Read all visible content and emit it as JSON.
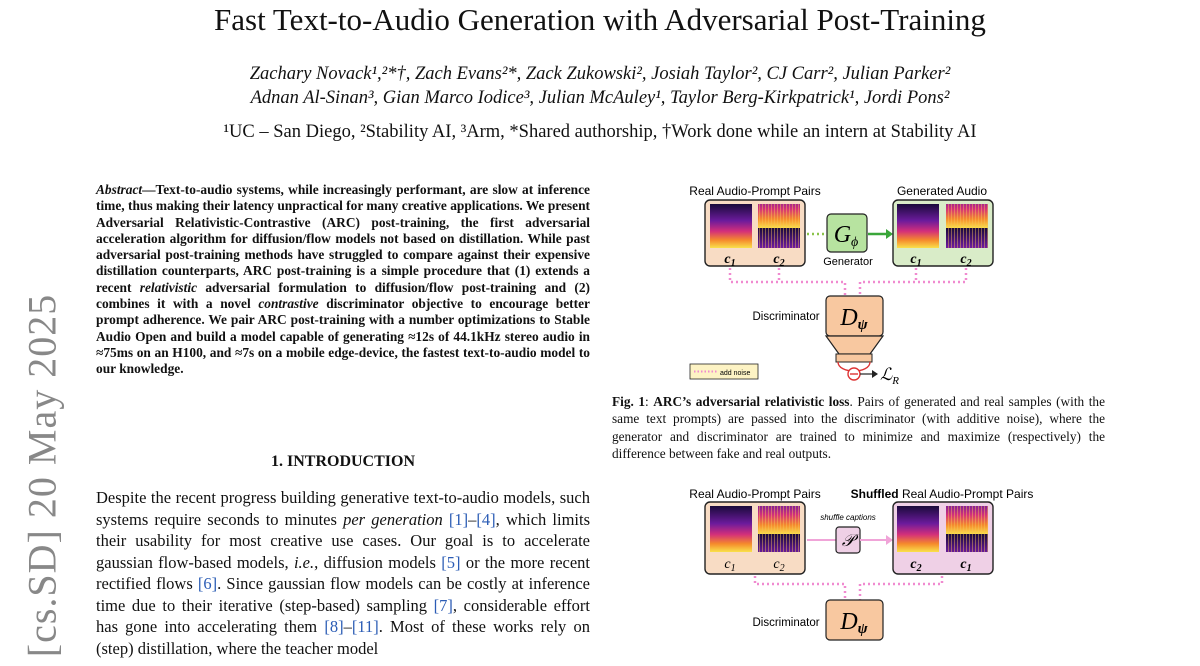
{
  "paper": {
    "title": "Fast Text-to-Audio Generation with Adversarial Post-Training",
    "authors_line1": "Zachary Novack¹,²*†, Zach Evans²*, Zack Zukowski², Josiah Taylor², CJ Carr², Julian Parker²",
    "authors_line2": "Adnan Al-Sinan³, Gian Marco Iodice³, Julian McAuley¹, Taylor Berg-Kirkpatrick¹, Jordi Pons²",
    "affiliations": "¹UC – San Diego, ²Stability AI, ³Arm, *Shared authorship, †Work done while an intern at Stability AI",
    "arxiv_stamp": "[cs.SD]  20 May 2025"
  },
  "abstract": {
    "lead": "Abstract",
    "dash": "—",
    "p1": "Text-to-audio systems, while increasingly performant, are slow at inference time, thus making their latency unpractical for many creative applications. We present Adversarial Relativistic-Contrastive (ARC) post-training, the first adversarial acceleration algorithm for diffusion/flow models not based on distillation. While past adversarial post-training methods have struggled to compare against their expensive distillation counterparts, ARC post-training is a simple procedure that (1) extends a recent ",
    "i1": "relativistic",
    "p2": " adversarial formulation to diffusion/flow post-training and (2) combines it with a novel ",
    "i2": "contrastive",
    "p3": " discriminator objective to encourage better prompt adherence. We pair ARC post-training with a number optimizations to Stable Audio Open and build a model capable of generating ≈12s of 44.1kHz stereo audio in ≈75ms on an H100, and ≈7s on a mobile edge-device, the fastest text-to-audio model to our knowledge."
  },
  "intro": {
    "heading": "1. INTRODUCTION",
    "t1": "Despite the recent progress building generative text-to-audio models, such systems require seconds to minutes ",
    "i1": "per generation",
    "t2": " ",
    "r1": "[1]",
    "t3": "–",
    "r2": "[4]",
    "t4": ", which limits their usability for most creative use cases. Our goal is to accelerate gaussian flow-based models, ",
    "i2": "i.e.",
    "t5": ", diffusion models ",
    "r3": "[5]",
    "t6": " or the more recent rectified flows ",
    "r4": "[6]",
    "t7": ". Since gaussian flow models can be costly at inference time due to their iterative (step-based) sampling ",
    "r5": "[7]",
    "t8": ", considerable effort has gone into accelerating them ",
    "r6": "[8]",
    "t9": "–",
    "r7": "[11]",
    "t10": ". Most of these works rely on (step) distillation, where the teacher model"
  },
  "figure1": {
    "label_real": "Real Audio-Prompt Pairs",
    "label_generated": "Generated Audio",
    "generator_symbol": "G",
    "generator_sub": "ϕ",
    "generator_label": "Generator",
    "discriminator_label": "Discriminator",
    "disc_symbol": "D",
    "disc_sub": "ψ",
    "c1": "c",
    "c1_sub": "1",
    "c2": "c",
    "c2_sub": "2",
    "loss_symbol": "ℒ",
    "loss_sub": "R",
    "legend_add_noise": "add noise",
    "caption_label": "Fig. 1",
    "caption_bold": "ARC’s adversarial relativistic loss",
    "caption_text": ". Pairs of generated and real samples (with the same text prompts) are passed into the discriminator (with additive noise), where the generator and discriminator are trained to minimize and maximize (respectively) the difference between fake and real outputs."
  },
  "figure2": {
    "label_real": "Real Audio-Prompt Pairs",
    "label_shuffled_bold": "Shuffled",
    "label_shuffled_rest": " Real Audio-Prompt Pairs",
    "shuffle_label": "shuffle captions",
    "shuffle_symbol": "𝒫",
    "discriminator_label": "Discriminator",
    "disc_symbol": "D",
    "disc_sub": "ψ"
  },
  "colors": {
    "real_box": "#f8dcc4",
    "generated_box": "#d9ecc8",
    "shuffled_box": "#efd0e6",
    "generator_fill": "#b7e3a0",
    "disc_fill": "#f8c8a0",
    "noise_dots": "#f08ad0",
    "green_arrow": "#3aa63a",
    "arxiv_gray": "#888888",
    "link_blue": "#2b5cb5"
  }
}
